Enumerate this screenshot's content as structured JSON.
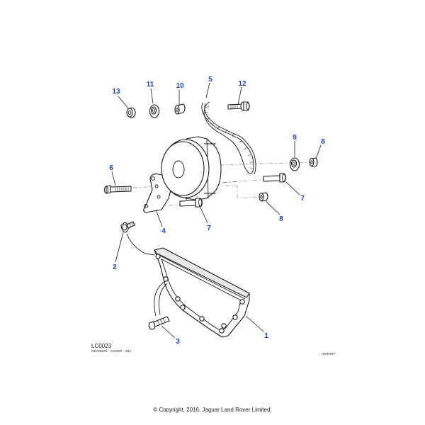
{
  "callouts": [
    {
      "id": "c1",
      "label": "1"
    },
    {
      "id": "c2",
      "label": "2"
    },
    {
      "id": "c3",
      "label": "3"
    },
    {
      "id": "c4",
      "label": "4"
    },
    {
      "id": "c5",
      "label": "5"
    },
    {
      "id": "c6",
      "label": "6"
    },
    {
      "id": "c7a",
      "label": "7"
    },
    {
      "id": "c7b",
      "label": "7"
    },
    {
      "id": "c8a",
      "label": "8"
    },
    {
      "id": "c8b",
      "label": "8"
    },
    {
      "id": "c9",
      "label": "9"
    },
    {
      "id": "c10",
      "label": "10"
    },
    {
      "id": "c11",
      "label": "11"
    },
    {
      "id": "c12",
      "label": "12"
    },
    {
      "id": "c13",
      "label": "13"
    }
  ],
  "diagram_ref": {
    "code": "LC0023",
    "subtitle": "GEARBOX - COVER - 38A"
  },
  "unipart_mark": "UNIPART",
  "copyright": "© Copyright, 2016. Jaguar Land Rover Limited.",
  "colors": {
    "callout": "#1f3fbf",
    "line": "#1a1a1a"
  }
}
